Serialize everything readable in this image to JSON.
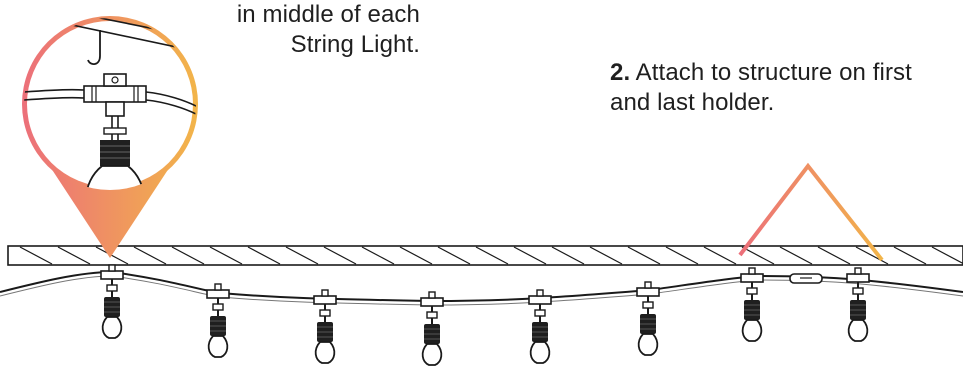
{
  "step1": {
    "line1": "in middle of each",
    "line2": "String Light."
  },
  "step2": {
    "number": "2.",
    "line1": "Attach to structure on first",
    "line2": "and last holder."
  },
  "colors": {
    "gradient_start": "#ec6f7a",
    "gradient_end": "#f2b549",
    "line": "#1a1a1a"
  },
  "icons": [
    "ceiling-hook-icon",
    "t-connector-icon",
    "bulb-socket-icon",
    "bulb-icon",
    "inline-fuse-icon"
  ]
}
